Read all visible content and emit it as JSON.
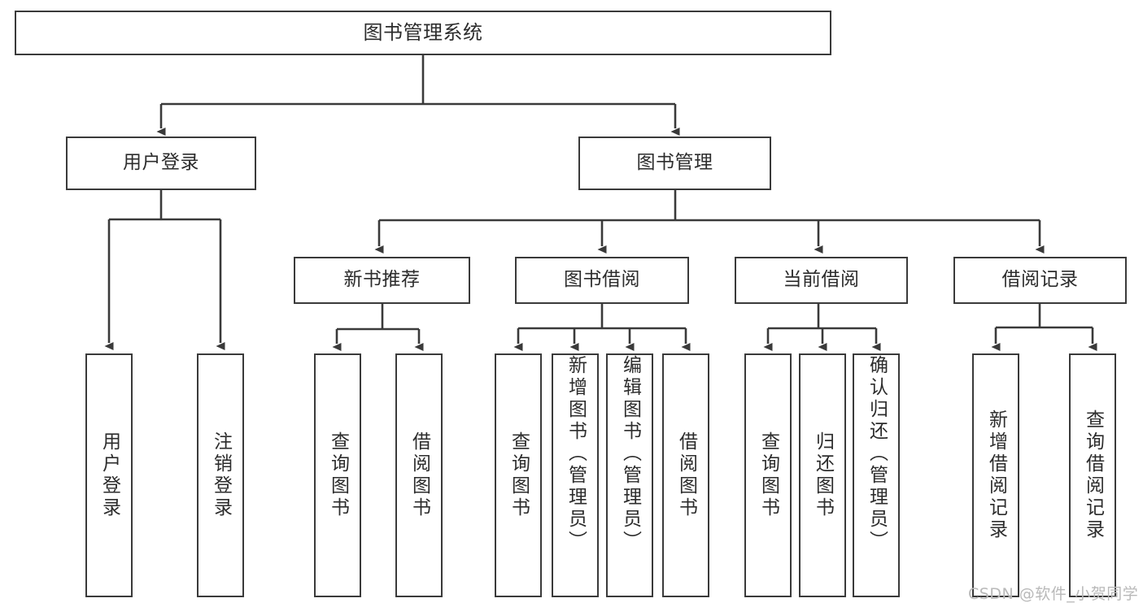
{
  "diagram": {
    "title": "图书管理系统",
    "type": "tree-hierarchy",
    "watermark": "CSDN @软件_小贺同学",
    "colors": {
      "box_border": "#3a3a3a",
      "box_fill": "#ffffff",
      "connector": "#3a3a3a",
      "text": "#2c2c2c",
      "watermark": "#b9b9b9"
    },
    "root": {
      "label": "图书管理系统"
    },
    "level2": [
      {
        "label": "用户登录"
      },
      {
        "label": "图书管理"
      }
    ],
    "level3": [
      {
        "label": "新书推荐"
      },
      {
        "label": "图书借阅"
      },
      {
        "label": "当前借阅"
      },
      {
        "label": "借阅记录"
      }
    ],
    "leaves": {
      "user_login": [
        {
          "label": "用户登录"
        },
        {
          "label": "注销登录"
        }
      ],
      "new_book_recommend": [
        {
          "label": "查询图书"
        },
        {
          "label": "借阅图书"
        }
      ],
      "book_borrow": [
        {
          "label": "查询图书"
        },
        {
          "label": "新增图书（管理员）"
        },
        {
          "label": "编辑图书（管理员）"
        },
        {
          "label": "借阅图书"
        }
      ],
      "current_borrow": [
        {
          "label": "查询图书"
        },
        {
          "label": "归还图书"
        },
        {
          "label": "确认归还（管理员）"
        }
      ],
      "borrow_record": [
        {
          "label": "新增借阅记录"
        },
        {
          "label": "查询借阅记录"
        }
      ]
    }
  }
}
